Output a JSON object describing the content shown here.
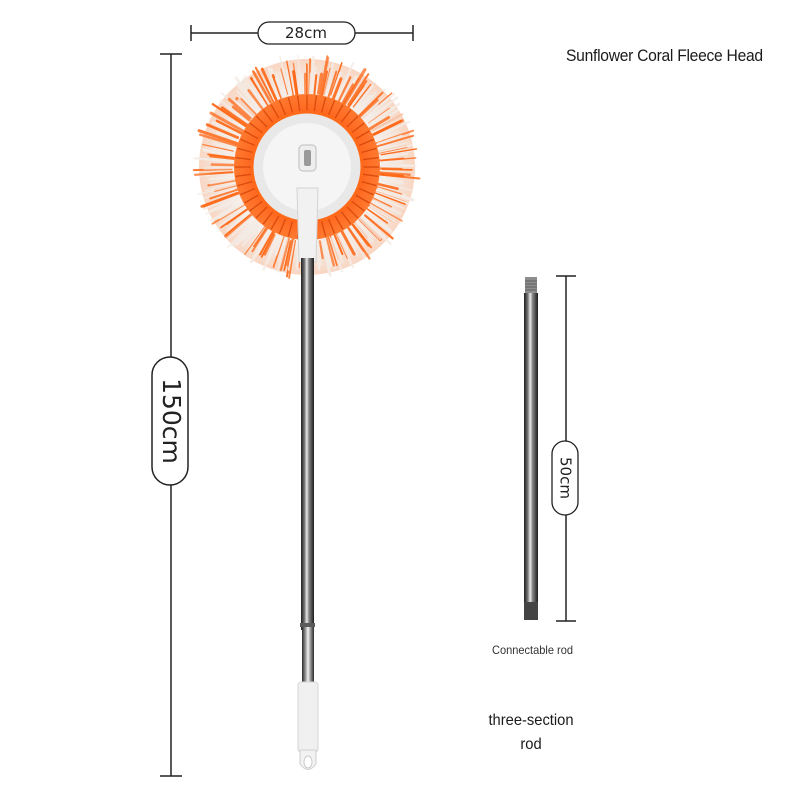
{
  "dimensions": {
    "head_width": "28cm",
    "total_length": "150cm",
    "rod_length": "50cm"
  },
  "labels": {
    "head_name": "Sunflower Coral Fleece Head",
    "connectable_rod": "Connectable rod",
    "three_section_rod": "three-section rod"
  },
  "colors": {
    "fleece_orange": "#ff6a1a",
    "fleece_white": "#f4ece6",
    "rod_steel": "#3a3a3a",
    "handle_grip": "#f2f2f2",
    "dimension_line": "#222222"
  },
  "icons": {
    "mop_head": "sunflower-mop-head-icon",
    "rod": "steel-rod-icon"
  }
}
